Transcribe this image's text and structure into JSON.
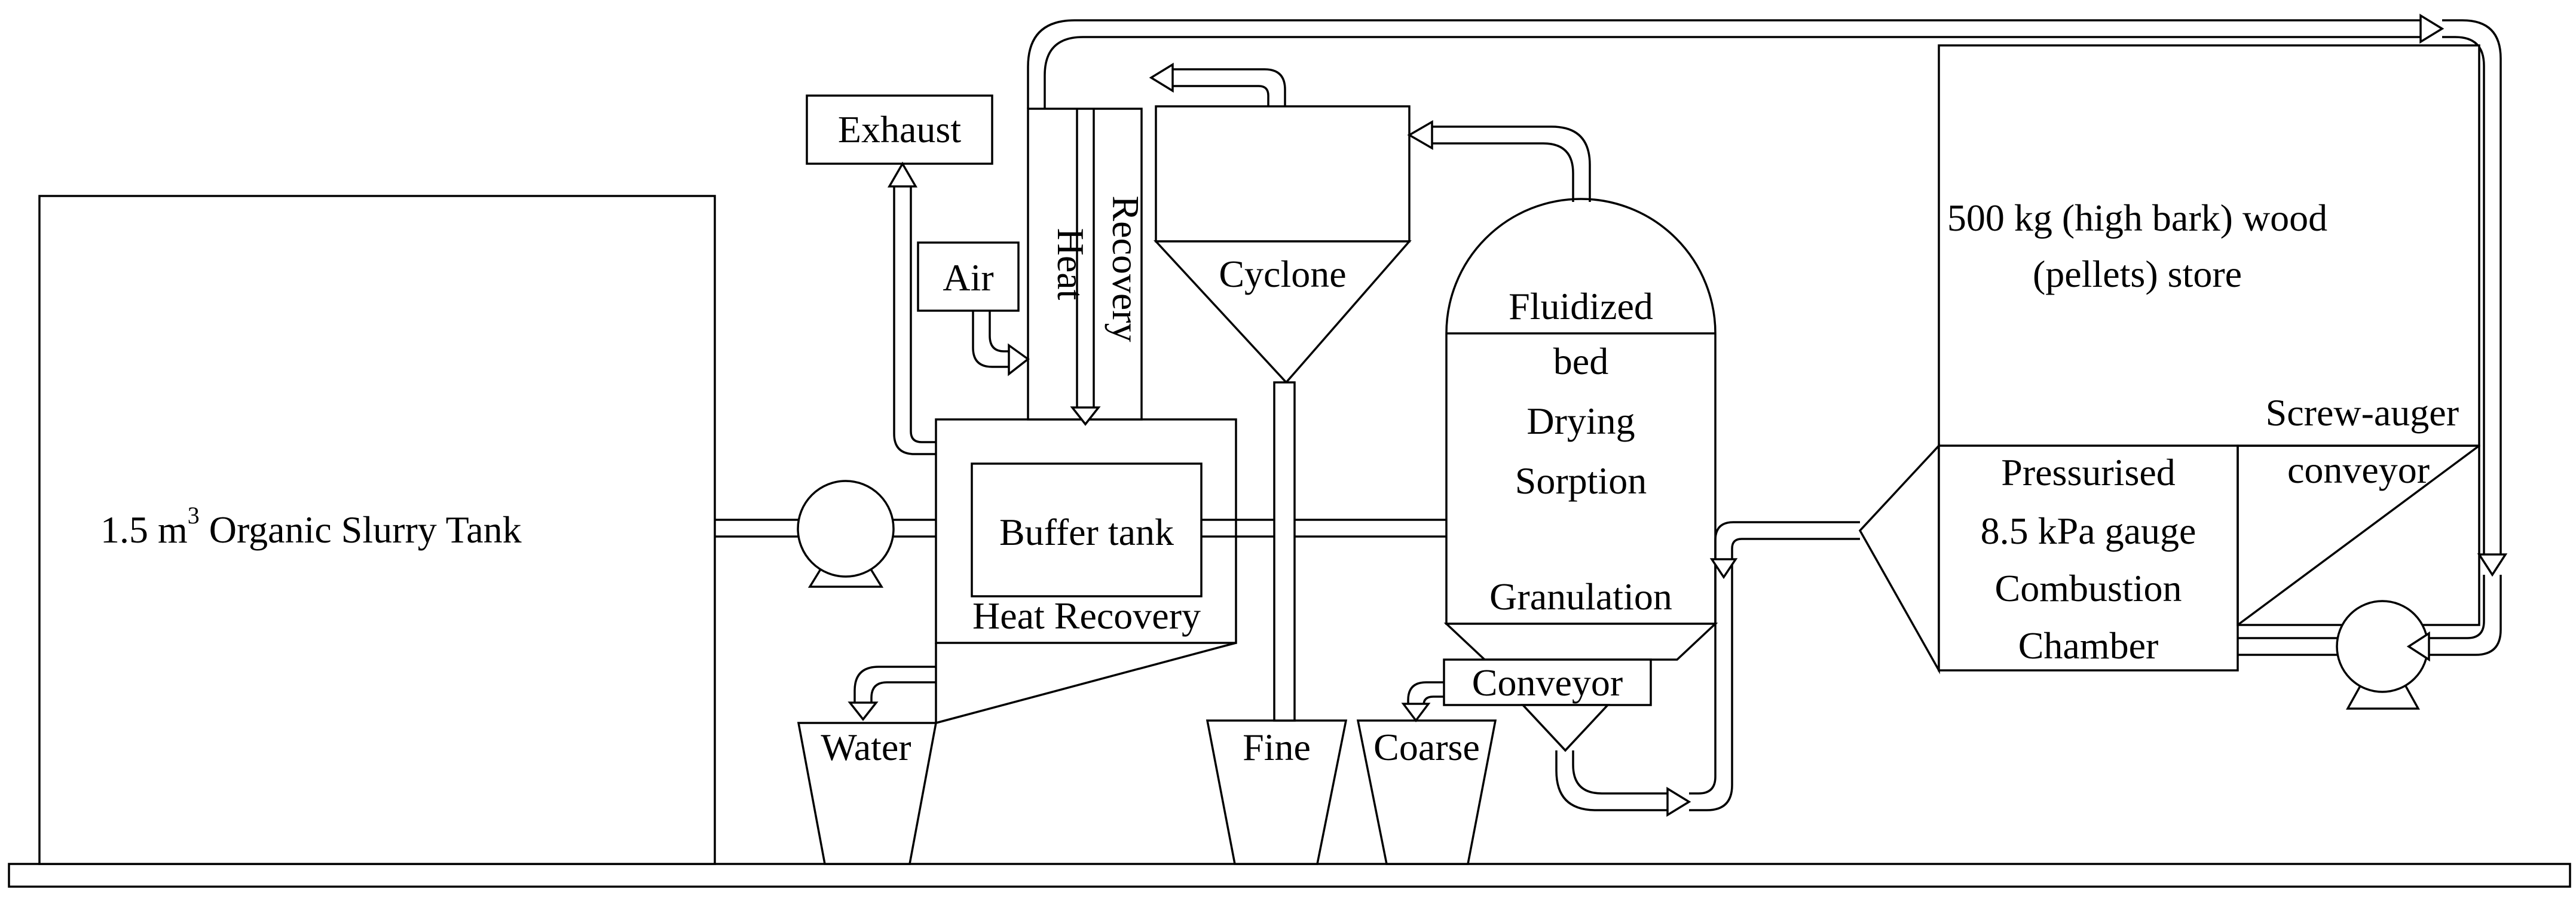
{
  "labels": {
    "slurry_tank_prefix": "1.5 m",
    "slurry_tank_sup": "3",
    "slurry_tank_suffix": " Organic Slurry Tank",
    "exhaust": "Exhaust",
    "air": "Air",
    "heat_recovery_vertical_1": "Heat",
    "heat_recovery_vertical_2": "Recovery",
    "cyclone": "Cyclone",
    "buffer_tank": "Buffer tank",
    "heat_recovery": "Heat Recovery",
    "water": "Water",
    "fine": "Fine",
    "coarse": "Coarse",
    "fluidized_1": "Fluidized",
    "fluidized_2": "bed",
    "fluidized_3": "Drying",
    "fluidized_4": "Sorption",
    "granulation": "Granulation",
    "conveyor": "Conveyor",
    "wood_store_1": "500 kg (high bark) wood",
    "wood_store_2": "(pellets) store",
    "screw_auger_1": "Screw-auger",
    "screw_auger_2": "conveyor",
    "combustion_1": "Pressurised",
    "combustion_2": "8.5 kPa gauge",
    "combustion_3": "Combustion",
    "combustion_4": "Chamber"
  }
}
